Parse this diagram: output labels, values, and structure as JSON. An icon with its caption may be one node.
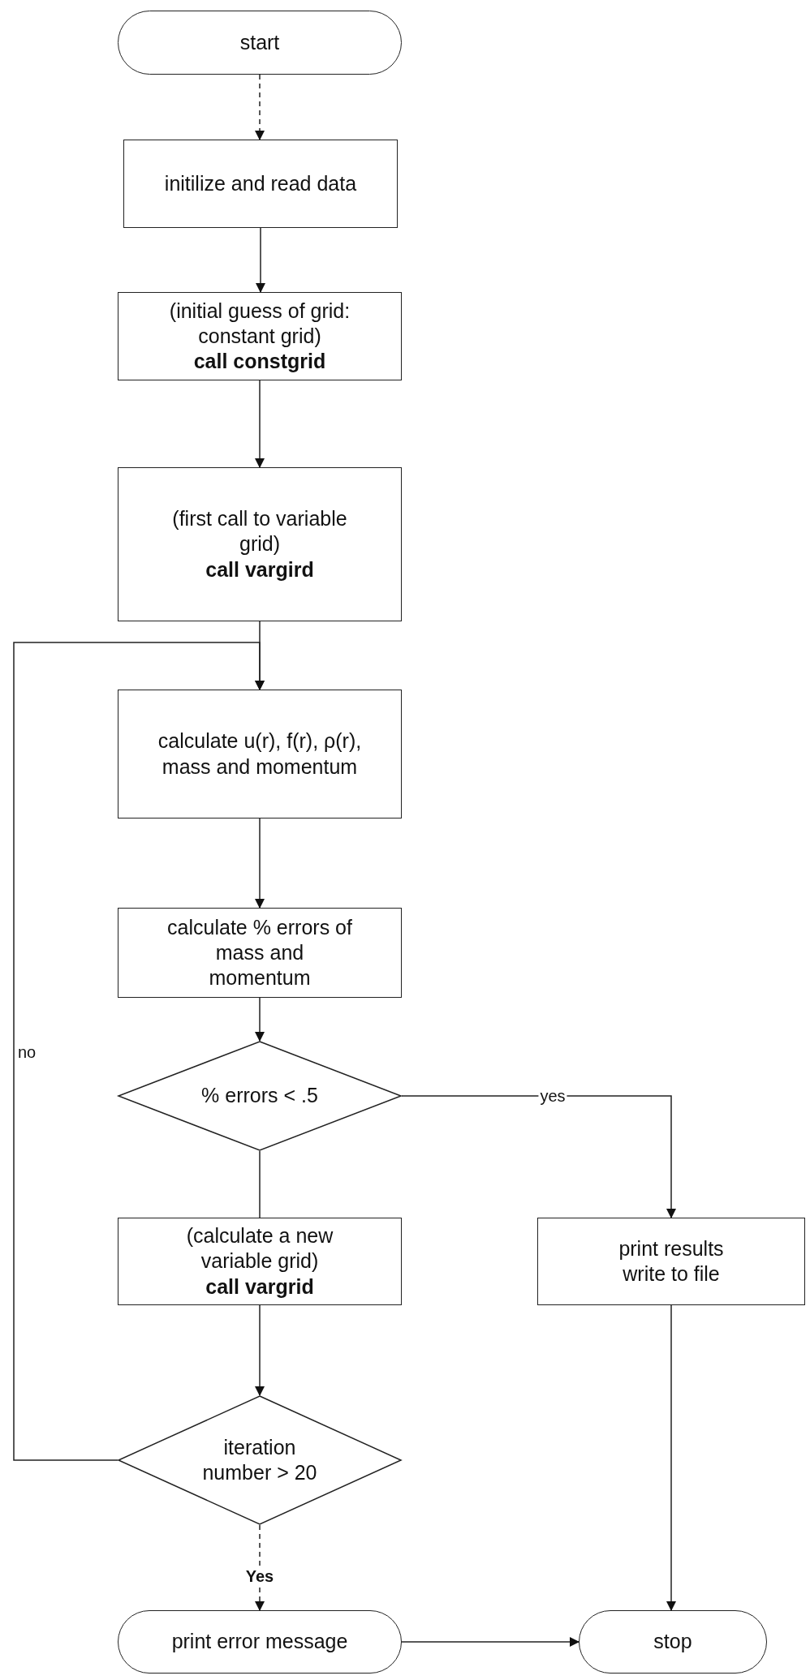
{
  "diagram": {
    "nodes": [
      {
        "text": [
          "start"
        ]
      },
      {
        "text": [
          "initilize and read data"
        ]
      },
      {
        "text": [
          "(initial guess of grid: constant grid)",
          "call constgrid"
        ]
      },
      {
        "text": [
          "(first call to variable grid)",
          "call vargird"
        ]
      },
      {
        "text": [
          "calculate u(r), f(r), ρ(r), mass and momentum"
        ]
      },
      {
        "text": [
          "calculate % errors of mass and momentum"
        ]
      },
      {
        "text": [
          "% errors < .5"
        ]
      },
      {
        "text": [
          "(calculate a new variable grid)",
          "call vargrid"
        ]
      },
      {
        "text": [
          "print results write to file"
        ]
      },
      {
        "text": [
          "iteration number > 20"
        ]
      },
      {
        "text": [
          "print error message"
        ]
      },
      {
        "text": [
          "stop"
        ]
      }
    ],
    "edges": [
      {
        "from": 0,
        "to": 1,
        "arrow": "to",
        "style": "dashed"
      },
      {
        "from": 1,
        "to": 2,
        "arrow": "to"
      },
      {
        "from": 2,
        "to": 3,
        "arrow": "to"
      },
      {
        "from": 3,
        "to": 4,
        "arrow": "to"
      },
      {
        "from": 4,
        "to": 5,
        "arrow": "to"
      },
      {
        "from": 5,
        "to": 6,
        "arrow": "to"
      },
      {
        "from": 6,
        "to": 7,
        "arrow": "none"
      },
      {
        "from": 6,
        "to": 8,
        "arrow": "to",
        "label": "yes"
      },
      {
        "from": 7,
        "to": 9,
        "arrow": "to"
      },
      {
        "from": 9,
        "to": 4,
        "arrow": "to",
        "label": "no"
      },
      {
        "from": 9,
        "to": 10,
        "arrow": "to",
        "label": "Yes",
        "style": "dashed"
      },
      {
        "from": 10,
        "to": 11,
        "arrow": "to"
      },
      {
        "from": 8,
        "to": 11,
        "arrow": "to"
      }
    ]
  }
}
